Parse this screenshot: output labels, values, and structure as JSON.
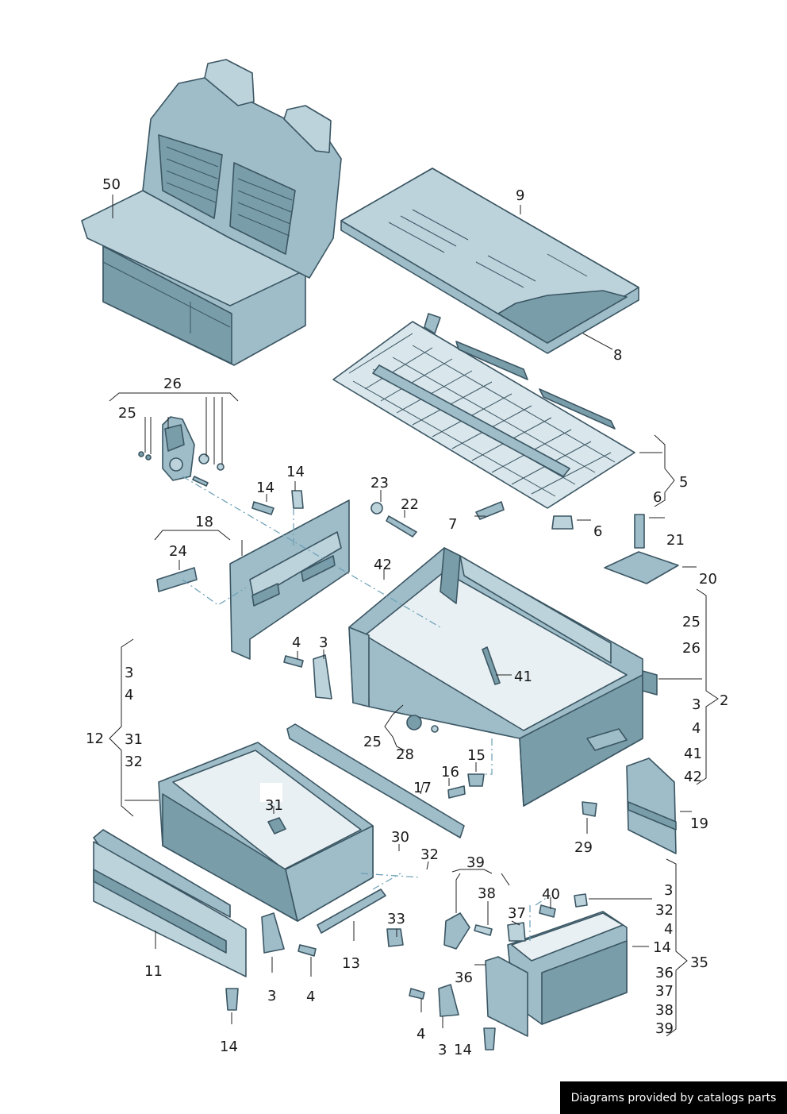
{
  "credit": "Diagrams provided by catalogs parts",
  "callouts": [
    {
      "id": "50",
      "text": "50"
    },
    {
      "id": "9",
      "text": "9"
    },
    {
      "id": "8",
      "text": "8"
    },
    {
      "id": "26a",
      "text": "26"
    },
    {
      "id": "25a",
      "text": "25"
    },
    {
      "id": "5",
      "text": "5"
    },
    {
      "id": "6a",
      "text": "6"
    },
    {
      "id": "6b",
      "text": "6"
    },
    {
      "id": "14a",
      "text": "14"
    },
    {
      "id": "14b",
      "text": "14"
    },
    {
      "id": "23",
      "text": "23"
    },
    {
      "id": "22",
      "text": "22"
    },
    {
      "id": "7",
      "text": "7"
    },
    {
      "id": "21",
      "text": "21"
    },
    {
      "id": "18",
      "text": "18"
    },
    {
      "id": "24",
      "text": "24"
    },
    {
      "id": "42a",
      "text": "42"
    },
    {
      "id": "20",
      "text": "20"
    },
    {
      "id": "25b",
      "text": "25"
    },
    {
      "id": "26b",
      "text": "26"
    },
    {
      "id": "4a",
      "text": "4"
    },
    {
      "id": "3a",
      "text": "3"
    },
    {
      "id": "41a",
      "text": "41"
    },
    {
      "id": "3b",
      "text": "3"
    },
    {
      "id": "4b",
      "text": "4"
    },
    {
      "id": "12",
      "text": "12"
    },
    {
      "id": "31a",
      "text": "31"
    },
    {
      "id": "32a",
      "text": "32"
    },
    {
      "id": "3c",
      "text": "3"
    },
    {
      "id": "2",
      "text": "2"
    },
    {
      "id": "4c",
      "text": "4"
    },
    {
      "id": "41b",
      "text": "41"
    },
    {
      "id": "42b",
      "text": "42"
    },
    {
      "id": "25c",
      "text": "25"
    },
    {
      "id": "28",
      "text": "28"
    },
    {
      "id": "15",
      "text": "15"
    },
    {
      "id": "16",
      "text": "16"
    },
    {
      "id": "17",
      "text": "17"
    },
    {
      "id": "31b",
      "text": "31"
    },
    {
      "id": "19",
      "text": "19"
    },
    {
      "id": "29",
      "text": "29"
    },
    {
      "id": "30",
      "text": "30"
    },
    {
      "id": "32b",
      "text": "32"
    },
    {
      "id": "39a",
      "text": "39"
    },
    {
      "id": "38a",
      "text": "38"
    },
    {
      "id": "40",
      "text": "40"
    },
    {
      "id": "37a",
      "text": "37"
    },
    {
      "id": "3d",
      "text": "3"
    },
    {
      "id": "32c",
      "text": "32"
    },
    {
      "id": "4d",
      "text": "4"
    },
    {
      "id": "14c",
      "text": "14"
    },
    {
      "id": "35",
      "text": "35"
    },
    {
      "id": "36a",
      "text": "36"
    },
    {
      "id": "36b",
      "text": "36"
    },
    {
      "id": "37b",
      "text": "37"
    },
    {
      "id": "38b",
      "text": "38"
    },
    {
      "id": "39b",
      "text": "39"
    },
    {
      "id": "11",
      "text": "11"
    },
    {
      "id": "3e",
      "text": "3"
    },
    {
      "id": "4e",
      "text": "4"
    },
    {
      "id": "13",
      "text": "13"
    },
    {
      "id": "33",
      "text": "33"
    },
    {
      "id": "14d",
      "text": "14"
    },
    {
      "id": "4f",
      "text": "4"
    },
    {
      "id": "3f",
      "text": "3"
    },
    {
      "id": "14e",
      "text": "14"
    }
  ]
}
